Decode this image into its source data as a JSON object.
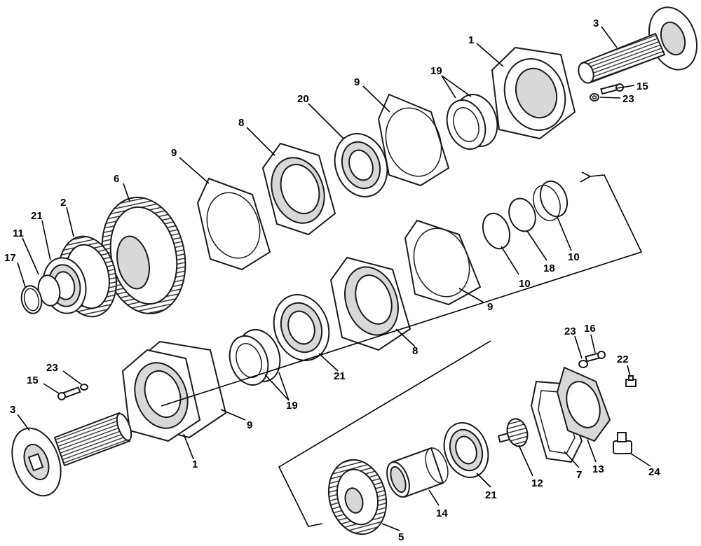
{
  "diagram": {
    "callouts": [
      {
        "id": "c-3-top",
        "text": "3"
      },
      {
        "id": "c-1-top",
        "text": "1"
      },
      {
        "id": "c-15-top",
        "text": "15"
      },
      {
        "id": "c-23-top",
        "text": "23"
      },
      {
        "id": "c-19-top",
        "text": "19"
      },
      {
        "id": "c-9-top",
        "text": "9"
      },
      {
        "id": "c-20",
        "text": "20"
      },
      {
        "id": "c-8-top",
        "text": "8"
      },
      {
        "id": "c-9-left",
        "text": "9"
      },
      {
        "id": "c-6",
        "text": "6"
      },
      {
        "id": "c-2",
        "text": "2"
      },
      {
        "id": "c-21-left",
        "text": "21"
      },
      {
        "id": "c-11",
        "text": "11"
      },
      {
        "id": "c-17",
        "text": "17"
      },
      {
        "id": "c-10-a",
        "text": "10"
      },
      {
        "id": "c-18",
        "text": "18"
      },
      {
        "id": "c-10-b",
        "text": "10"
      },
      {
        "id": "c-9-mid",
        "text": "9"
      },
      {
        "id": "c-8-mid",
        "text": "8"
      },
      {
        "id": "c-21-mid",
        "text": "21"
      },
      {
        "id": "c-19-mid",
        "text": "19"
      },
      {
        "id": "c-9-bot",
        "text": "9"
      },
      {
        "id": "c-1-bot",
        "text": "1"
      },
      {
        "id": "c-23-bot",
        "text": "23"
      },
      {
        "id": "c-15-bot",
        "text": "15"
      },
      {
        "id": "c-3-bot",
        "text": "3"
      },
      {
        "id": "c-23-right",
        "text": "23"
      },
      {
        "id": "c-16",
        "text": "16"
      },
      {
        "id": "c-22",
        "text": "22"
      },
      {
        "id": "c-12",
        "text": "12"
      },
      {
        "id": "c-7",
        "text": "7"
      },
      {
        "id": "c-13",
        "text": "13"
      },
      {
        "id": "c-24",
        "text": "24"
      },
      {
        "id": "c-21-bot",
        "text": "21"
      },
      {
        "id": "c-14",
        "text": "14"
      },
      {
        "id": "c-5",
        "text": "5"
      }
    ]
  }
}
